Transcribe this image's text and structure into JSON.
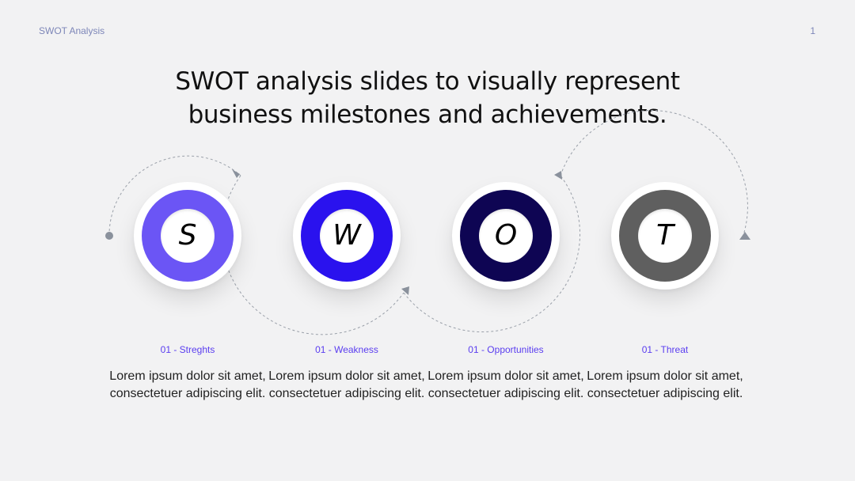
{
  "header": {
    "slide_label": "SWOT Analysis",
    "page_number": "1"
  },
  "title": {
    "line1": "SWOT analysis slides to visually represent",
    "line2": "business milestones and achievements."
  },
  "items": [
    {
      "letter": "S",
      "label": "01 - Streghts",
      "description": "Lorem ipsum dolor sit amet, consectetuer adipiscing elit.",
      "color": "#6b55f5"
    },
    {
      "letter": "W",
      "label": "01 - Weakness",
      "description": "Lorem ipsum dolor sit amet, consectetuer adipiscing elit.",
      "color": "#2a12ee"
    },
    {
      "letter": "O",
      "label": "01 - Opportunities",
      "description": "Lorem ipsum dolor sit amet, consectetuer adipiscing elit.",
      "color": "#0e0553"
    },
    {
      "letter": "T",
      "label": "01 - Threat",
      "description": "Lorem ipsum dolor sit amet, consectetuer adipiscing elit.",
      "color": "#5f5f5f"
    }
  ],
  "colors": {
    "connector": "#9aa0a9",
    "arrow": "#8a919c",
    "label_accent": "#5a3df0"
  }
}
